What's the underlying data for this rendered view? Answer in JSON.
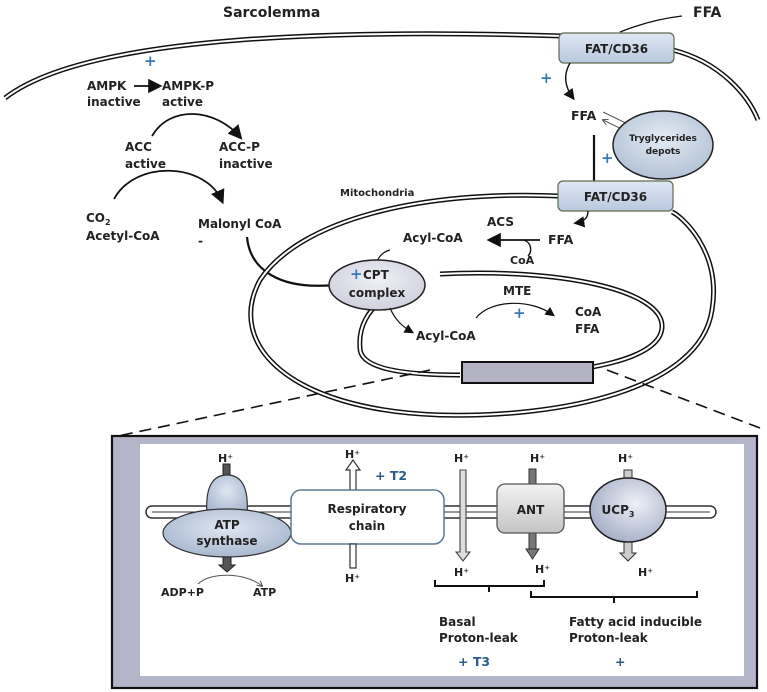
{
  "diagram": {
    "compartments": {
      "sarcolemma": "Sarcolemma",
      "mitochondria": "Mitochondria"
    },
    "cytosol": {
      "ffa_external": "FFA",
      "fat_cd36_sarcolemma": "FAT/CD36",
      "ffa_cytosol": "FFA",
      "triglycerides": "Tryglycerides depots",
      "triglycerides_line1": "Tryglycerides",
      "triglycerides_line2": "depots",
      "ampk_inactive_1": "AMPK",
      "ampk_inactive_2": "inactive",
      "ampk_active_1": "AMPK-P",
      "ampk_active_2": "active",
      "acc_active_1": "ACC",
      "acc_active_2": "active",
      "acc_inactive_1": "ACC-P",
      "acc_inactive_2": "inactive",
      "co2": "CO",
      "co2_sub": "2",
      "acetyl_coa": "Acetyl-CoA",
      "malonyl_coa": "Malonyl CoA",
      "minus": "-"
    },
    "mitochondria": {
      "fat_cd36_mito": "FAT/CD36",
      "acs": "ACS",
      "ffa": "FFA",
      "acyl_coa_outer": "Acyl-CoA",
      "coa": "CoA",
      "cpt_1": "CPT",
      "cpt_2": "complex",
      "acyl_coa_inner": "Acyl-CoA",
      "mte": "MTE",
      "products_coa": "CoA",
      "products_ffa": "FFA"
    },
    "inset": {
      "h_plus": "H⁺",
      "atp_synthase_1": "ATP",
      "atp_synthase_2": "synthase",
      "adp_p": "ADP+P",
      "atp": "ATP",
      "respiratory_1": "Respiratory",
      "respiratory_2": "chain",
      "t2": "+ T2",
      "ant": "ANT",
      "ucp": "UCP",
      "ucp_sub": "3",
      "basal_1": "Basal",
      "basal_2": "Proton-leak",
      "fa_1": "Fatty acid inducible",
      "fa_2": "Proton-leak",
      "t3": "+  T3",
      "plus": "+"
    },
    "plus_sign": "+",
    "colors": {
      "protein_fill": "#c9d5e8",
      "regulator_blue": "#3a78b5",
      "inset_frame": "#b5b5c9",
      "inner_rect": "#b3b3c3"
    }
  }
}
